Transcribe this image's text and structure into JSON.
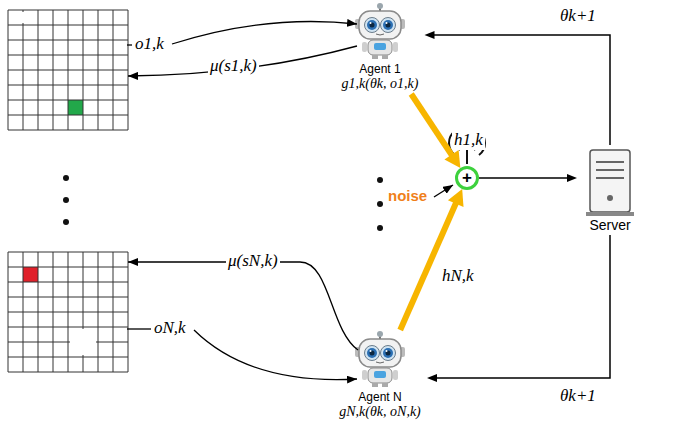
{
  "diagram": {
    "nodes": [
      {
        "text": [
          "Agent 1",
          "g1,k(θk, o1,k)"
        ]
      },
      {
        "text": [
          "+"
        ]
      },
      {
        "text": [
          "Server"
        ]
      },
      {
        "text": [
          "Agent N",
          "gN,k(θk, oN,k)"
        ]
      }
    ],
    "edges": [
      {
        "from": 0,
        "to": 1,
        "arrow": "to",
        "label": "h1,k"
      },
      {
        "from": 3,
        "to": 1,
        "arrow": "to",
        "label": "hN,k"
      },
      {
        "from": 1,
        "to": 2,
        "arrow": "to"
      },
      {
        "from": 2,
        "to": 0,
        "arrow": "to",
        "label": "θk+1"
      },
      {
        "from": 2,
        "to": 3,
        "arrow": "to",
        "label": "θk+1"
      }
    ],
    "labels": [
      "o1,k",
      "μ(s1,k)",
      "μ(sN,k)",
      "oN,k",
      "noise"
    ]
  }
}
